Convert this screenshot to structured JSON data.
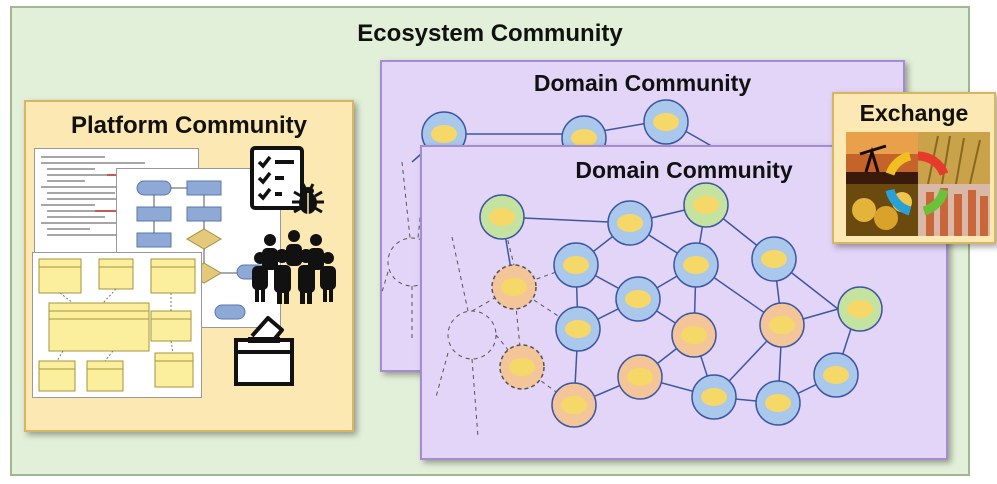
{
  "ecosystem": {
    "title": "Ecosystem Community"
  },
  "platform": {
    "title": "Platform Community",
    "icons": [
      "checklist-icon",
      "bug-icon",
      "people-group-icon",
      "ballot-box-icon"
    ]
  },
  "domain_back": {
    "title": "Domain Community"
  },
  "domain_front": {
    "title": "Domain Community"
  },
  "exchange": {
    "title": "Exchange",
    "icons": [
      "oil-pump-image",
      "wheat-image",
      "gold-coins-image",
      "copper-pipes-image",
      "cycle-arrows-icon"
    ]
  },
  "colors": {
    "ecosystem_bg": "#e3f0d9",
    "platform_bg": "#fbe8b2",
    "domain_bg": "#e2d5f7",
    "node_blue": "#a9c8ec",
    "node_green": "#c4e3a1",
    "node_orange": "#f5c59a",
    "node_core": "#f6d868",
    "edge": "#3d57a3"
  }
}
